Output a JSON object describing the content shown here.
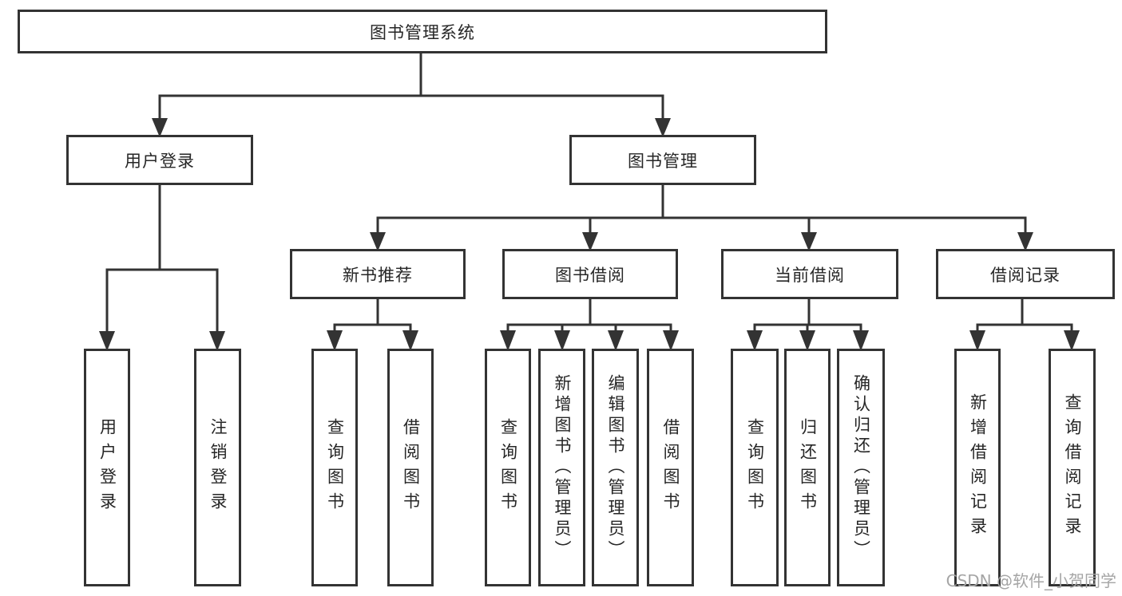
{
  "diagram_title": "图书管理系统",
  "nodes": {
    "root": "图书管理系统",
    "user_login": "用户登录",
    "book_management": "图书管理",
    "new_book_recommend": "新书推荐",
    "book_borrow": "图书借阅",
    "current_borrow": "当前借阅",
    "borrow_record": "借阅记录"
  },
  "leaves": {
    "user_login": [
      "用户登录",
      "注销登录"
    ],
    "new_book_recommend": [
      "查询图书",
      "借阅图书"
    ],
    "book_borrow": [
      "查询图书",
      "新增图书（管理员）",
      "编辑图书（管理员）",
      "借阅图书"
    ],
    "current_borrow": [
      "查询图书",
      "归还图书",
      "确认归还（管理员）"
    ],
    "borrow_record": [
      "新增借阅记录",
      "查询借阅记录"
    ]
  },
  "watermark": "CSDN @软件_小贺同学",
  "colors": {
    "line": "#333333",
    "text": "#262626",
    "watermark": "#a5a5a5",
    "background": "#ffffff"
  }
}
